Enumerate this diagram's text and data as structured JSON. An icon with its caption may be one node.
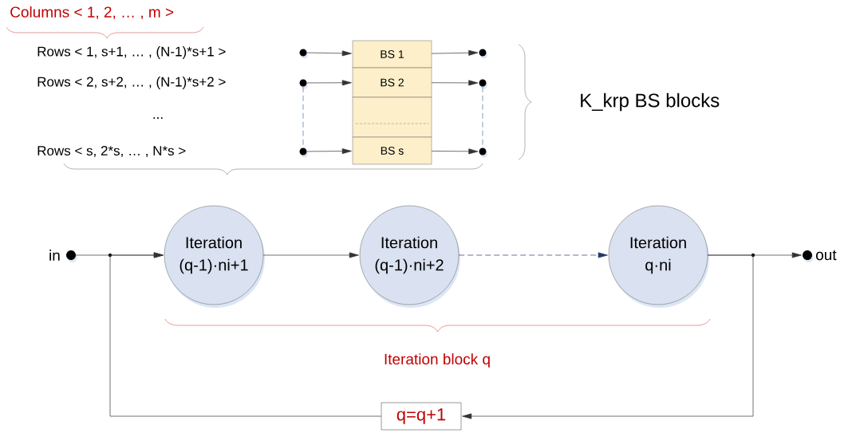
{
  "diagram": {
    "nodes": [
      {
        "text": [
          "BS 1"
        ]
      },
      {
        "text": [
          "BS 2"
        ]
      },
      {
        "text": [],
        "shape": "box"
      },
      {
        "text": [
          "BS s"
        ]
      },
      {
        "text": [],
        "shape": "circle"
      },
      {
        "text": [],
        "shape": "circle"
      },
      {
        "text": [],
        "shape": "circle"
      },
      {
        "text": [],
        "shape": "circle"
      },
      {
        "text": [],
        "shape": "circle"
      },
      {
        "text": [],
        "shape": "circle"
      },
      {
        "text": [],
        "shape": "circle",
        "beside": [
          "in"
        ]
      },
      {
        "text": [
          "Iteration (q-1)·ni+1"
        ]
      },
      {
        "text": [
          "Iteration (q-1)·ni+2"
        ]
      },
      {
        "text": [
          "Iteration q·ni"
        ]
      },
      {
        "text": [],
        "shape": "circle",
        "beside": [
          "out"
        ]
      },
      {
        "text": [
          "q=q+1"
        ]
      }
    ],
    "edges": [
      {
        "from": 4,
        "to": 0,
        "arrow": "to"
      },
      {
        "from": 0,
        "to": 5,
        "arrow": "to"
      },
      {
        "from": 6,
        "to": 1,
        "arrow": "to"
      },
      {
        "from": 1,
        "to": 7,
        "arrow": "to"
      },
      {
        "from": 8,
        "to": 3,
        "arrow": "to"
      },
      {
        "from": 3,
        "to": 9,
        "arrow": "to"
      },
      {
        "from": 6,
        "to": 8,
        "arrow": "none",
        "style": "dashed",
        "color": "#4a6ea9"
      },
      {
        "from": 7,
        "to": 9,
        "arrow": "none",
        "style": "dashed",
        "color": "#4a6ea9"
      },
      {
        "from": 10,
        "to": 11,
        "arrow": "to"
      },
      {
        "from": 11,
        "to": 12,
        "arrow": "to"
      },
      {
        "from": 12,
        "to": 13,
        "arrow": "to",
        "style": "dashed",
        "color": "#1f3864"
      },
      {
        "from": 13,
        "to": 14,
        "arrow": "to"
      },
      {
        "from": 13,
        "to": 15,
        "arrow": "to"
      },
      {
        "from": 15,
        "to": 11,
        "arrow": "to"
      }
    ],
    "labels": [
      "Columns < 1, 2, … , m >",
      "Rows < 1, s+1, … , (N-1)*s+1 >",
      "Rows < 2, s+2, … , (N-1)*s+2 >",
      "...",
      "Rows < s, 2*s, … , N*s >",
      "K_krp BS blocks",
      "Iteration block q"
    ]
  }
}
